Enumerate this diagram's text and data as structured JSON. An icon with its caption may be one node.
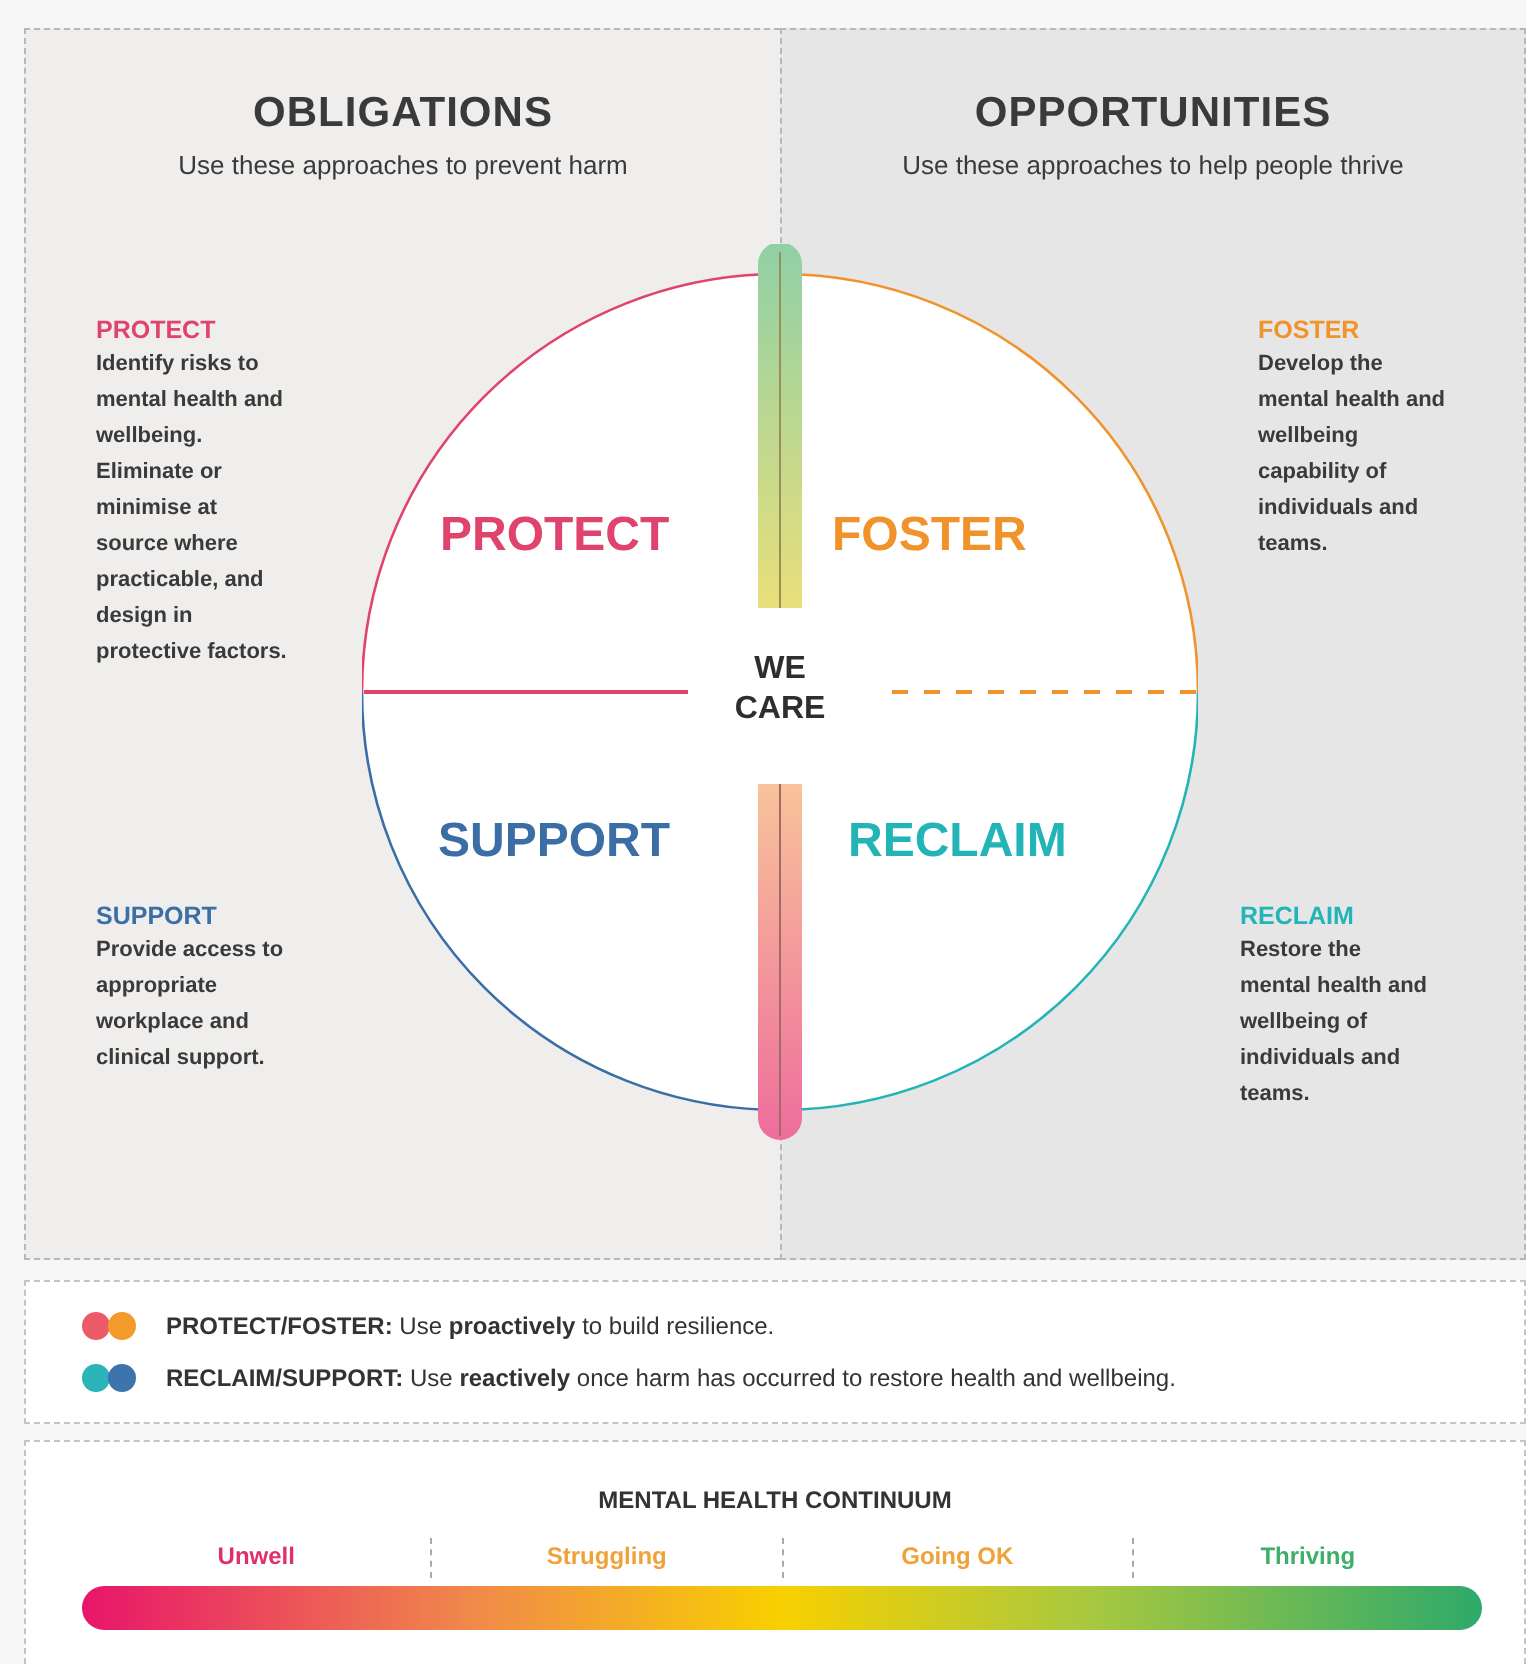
{
  "diagram": {
    "nodes": [
      {
        "text": [
          "OBLIGATIONS",
          "Use these approaches to prevent harm"
        ]
      },
      {
        "text": [
          "OPPORTUNITIES",
          "Use these approaches to help people thrive"
        ]
      },
      {
        "text": [
          "PROTECT",
          "Identify risks to mental health and wellbeing. Eliminate or minimise at source where practicable, and design in protective factors."
        ],
        "in": 0
      },
      {
        "text": [
          "SUPPORT",
          "Provide access to appropriate workplace and clinical support."
        ],
        "in": 0
      },
      {
        "text": [
          "FOSTER",
          "Develop the mental health and wellbeing capability of individuals and teams."
        ],
        "in": 1
      },
      {
        "text": [
          "RECLAIM",
          "Restore the mental health and wellbeing of individuals and teams."
        ],
        "in": 1
      },
      {
        "text": [
          "WE CARE"
        ]
      },
      {
        "text": [
          "PROTECT"
        ]
      },
      {
        "text": [
          "FOSTER"
        ]
      },
      {
        "text": [
          "SUPPORT"
        ]
      },
      {
        "text": [
          "RECLAIM"
        ]
      },
      {
        "text": [],
        "shape": "bar"
      }
    ],
    "labels": [
      "MENTAL HEALTH CONTINUUM",
      "Unwell",
      "Struggling",
      "Going OK",
      "Thriving"
    ],
    "legend": [
      {
        "text": "**PROTECT/FOSTER:** Use **proactively** to build resilience."
      },
      {
        "text": "**RECLAIM/SUPPORT:** Use **reactively** once harm has occurred to restore health and wellbeing."
      }
    ]
  }
}
